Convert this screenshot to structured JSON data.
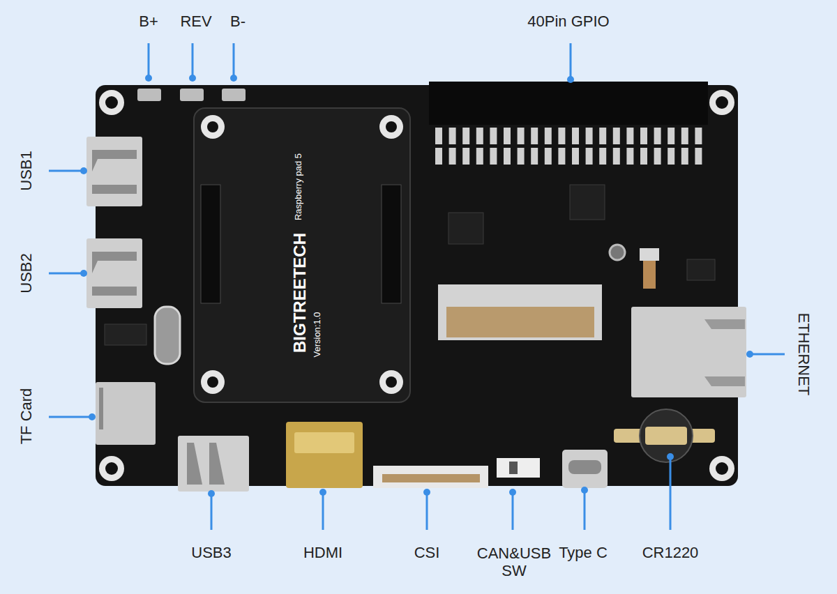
{
  "diagram": {
    "labels": [
      "B+",
      "REV",
      "B-",
      "40Pin GPIO",
      "USB1",
      "USB2",
      "TF Card",
      "Raspberry pad 5",
      "BIGTREETECH",
      "Version:1.0",
      "ETHERNET",
      "USB3",
      "HDMI",
      "CSI",
      "CAN&USB SW",
      "Type C",
      "CR1220"
    ]
  }
}
